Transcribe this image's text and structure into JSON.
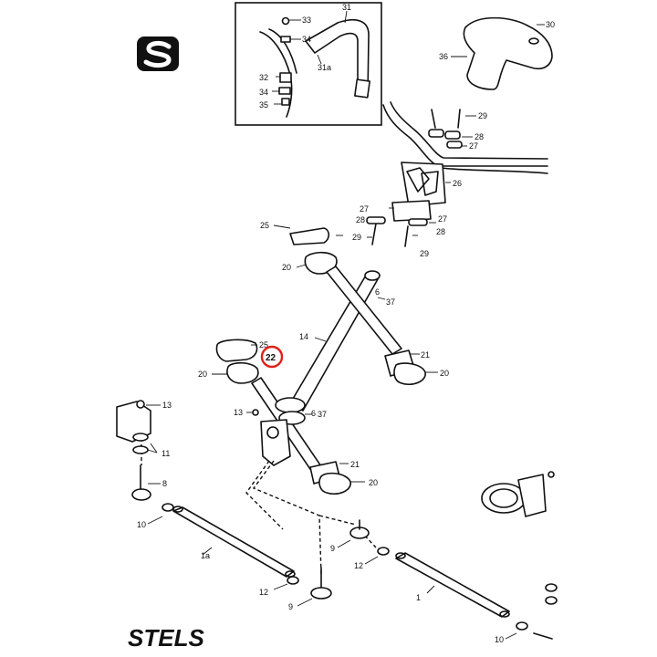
{
  "highlight_color": "#e0201b",
  "highlighted_label": "22",
  "brand_text": "STELS",
  "logo_letter": "S",
  "callouts": {
    "c33": "33",
    "c34a": "34",
    "c31": "31",
    "c31a": "31a",
    "c32": "32",
    "c34b": "34",
    "c35": "35",
    "c30": "30",
    "c36": "36",
    "c29a": "29",
    "c28a": "28",
    "c27a": "27",
    "c26": "26",
    "c27b": "27",
    "c28b": "28",
    "c29b": "29",
    "c27c": "27",
    "c28c": "28",
    "c29c": "29",
    "c25a": "25",
    "c20a": "20",
    "c6a": "6",
    "c37a": "37",
    "c14": "14",
    "c21a": "21",
    "c20b": "20",
    "c25b": "25",
    "c20c": "20",
    "c13a": "13",
    "c13b": "13",
    "c6b": "6",
    "c37b": "37",
    "c11": "11",
    "c8": "8",
    "c10a": "10",
    "c21b": "21",
    "c20d": "20",
    "c1a": "1a",
    "c9a": "9",
    "c12a": "12",
    "c12b": "12",
    "c9b": "9",
    "c1": "1",
    "c10b": "10"
  }
}
